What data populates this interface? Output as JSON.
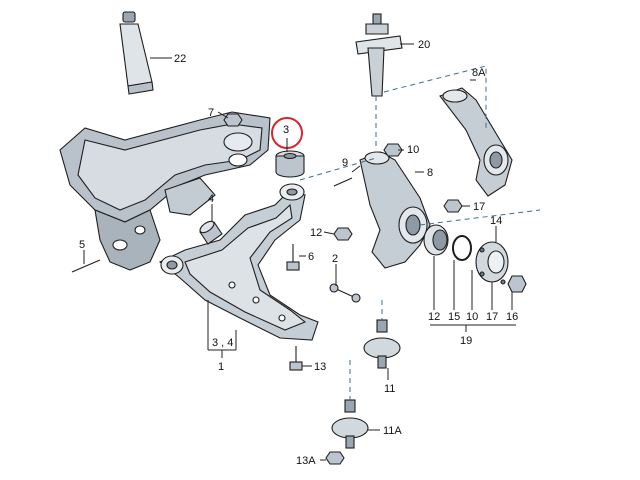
{
  "diagram": {
    "highlight_color": "#d8262c",
    "part_fill": "#cdd4da",
    "part_fill_dark": "#9aa6b0",
    "labels": {
      "p22": "22",
      "p20": "20",
      "p8A": "8A",
      "p7": "7",
      "p3": "3",
      "p10": "10",
      "p9": "9",
      "p8": "8",
      "p4": "4",
      "p17": "17",
      "p14": "14",
      "p5": "5",
      "p12a": "12",
      "p6": "6",
      "p2": "2",
      "p34": "3 , 4",
      "p1": "1",
      "p13": "13",
      "p11": "11",
      "p11A": "11A",
      "p13A": "13A",
      "row_12": "12",
      "row_15": "15",
      "row_10": "10",
      "row_17": "17",
      "row_16": "16",
      "p19": "19"
    }
  }
}
